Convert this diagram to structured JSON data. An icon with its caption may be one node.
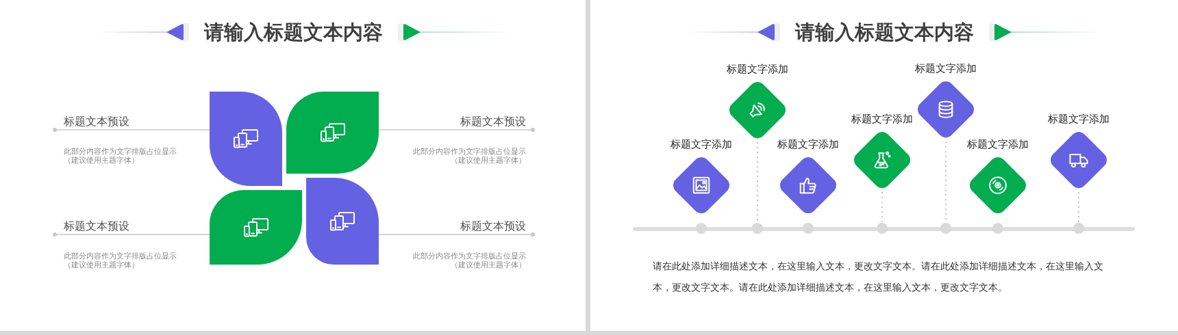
{
  "diagram": {
    "nodes": [
      {
        "text": [
          "标题文本预设",
          "此部分内容作为文字排版占位显示（建议使用主题字体）"
        ]
      },
      {
        "text": [],
        "shape": "leaf"
      },
      {
        "text": [],
        "shape": "leaf"
      },
      {
        "text": [
          "标题文本预设",
          "此部分内容作为文字排版占位显示（建议使用主题字体）"
        ]
      },
      {
        "text": [
          "标题文本预设",
          "此部分内容作为文字排版占位显示（建议使用主题字体）"
        ]
      },
      {
        "text": [],
        "shape": "leaf"
      },
      {
        "text": [],
        "shape": "leaf"
      },
      {
        "text": [
          "标题文本预设",
          "此部分内容作为文字排版占位显示（建议使用主题字体）"
        ]
      },
      {
        "text": [
          "标题文字添加"
        ]
      },
      {
        "text": [
          "标题文字添加"
        ]
      },
      {
        "text": [
          "标题文字添加"
        ]
      },
      {
        "text": [
          "标题文字添加"
        ]
      },
      {
        "text": [
          "标题文字添加"
        ]
      },
      {
        "text": [
          "标题文字添加"
        ]
      },
      {
        "text": [
          "标题文字添加"
        ]
      },
      {
        "text": [],
        "shape": "circle"
      },
      {
        "text": [],
        "shape": "circle"
      },
      {
        "text": [],
        "shape": "circle"
      },
      {
        "text": [],
        "shape": "circle"
      },
      {
        "text": [],
        "shape": "circle"
      },
      {
        "text": [],
        "shape": "circle"
      },
      {
        "text": [],
        "shape": "circle"
      }
    ],
    "edges": [
      {
        "from": 0,
        "to": 1,
        "arrow": "other"
      },
      {
        "from": 3,
        "to": 2,
        "arrow": "other"
      },
      {
        "from": 4,
        "to": 5,
        "arrow": "other"
      },
      {
        "from": 7,
        "to": 6,
        "arrow": "other"
      },
      {
        "from": 9,
        "to": 16,
        "arrow": "none",
        "style": "dashed"
      },
      {
        "from": 11,
        "to": 18,
        "arrow": "none",
        "style": "dashed"
      },
      {
        "from": 12,
        "to": 19,
        "arrow": "none",
        "style": "dashed"
      },
      {
        "from": 14,
        "to": 21,
        "arrow": "none",
        "style": "dashed"
      }
    ],
    "labels": [
      "请输入标题文本内容",
      "请输入标题文本内容",
      "请在此处添加详细描述文本，在这里输入文本，更改文字文本。请在此处添加详细描述文本，在这里输入文本，更改文字文本。请在此处添加详细描述文本，在这里输入文本，更改文字文本。"
    ]
  }
}
